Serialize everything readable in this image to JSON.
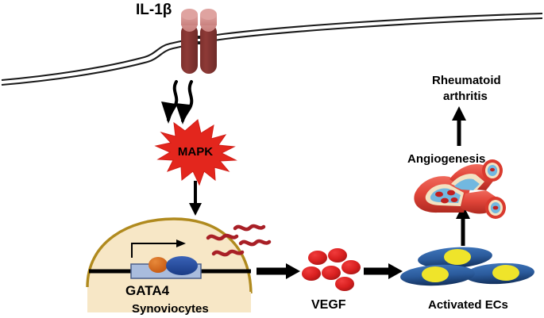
{
  "figure": {
    "title": "IL-1beta / MAPK / GATA4 / VEGF angiogenesis pathway in rheumatoid arthritis",
    "background_color": "#ffffff"
  },
  "labels": {
    "ligand": "IL-1β",
    "kinase": "MAPK",
    "transcription_factor": "GATA4",
    "cell_type": "Synoviocytes",
    "growth_factor": "VEGF",
    "endothelial_cells": "Activated ECs",
    "angiogenesis": "Angiogenesis",
    "disease_line1": "Rheumatoid",
    "disease_line2": "arthritis"
  },
  "colors": {
    "membrane_line": "#1a1a1a",
    "receptor_body": "#8e3a37",
    "receptor_cap": "#d5908d",
    "mapk_star": "#e3261d",
    "mapk_star_edge": "#c8201a",
    "nucleus_fill": "#f7e7c6",
    "nucleus_border": "#b08a1e",
    "promoter_box": "#a9bcdd",
    "promoter_box_edge": "#4a5f8a",
    "tf_orange": "#d2661b",
    "tf_blue": "#20489a",
    "dna_line": "#000000",
    "mrna": "#a81f26",
    "vegf_dot": "#d81f1f",
    "vegf_dot_edge": "#9c1414",
    "ec_cell": "#2e5f9e",
    "ec_cell_dark": "#14335e",
    "ec_nucleus": "#efe42a",
    "vessel_wall": "#e2463a",
    "vessel_wall_dark": "#b8291f",
    "vessel_intima": "#f3e2c2",
    "vessel_lumen": "#72b8e0",
    "blood_cell": "#c01f1f",
    "arrow": "#000000",
    "text": "#000000"
  },
  "elements": {
    "membrane": {
      "name": "plasma-membrane",
      "description": "two parallel curved lines rising left to right"
    },
    "receptor": {
      "name": "il1-receptor",
      "subunits": 2
    },
    "signal_arrows": {
      "name": "wavy-signal-arrows",
      "count": 2
    },
    "vegf_cluster": {
      "name": "vegf-molecule-cluster",
      "count": 6
    },
    "endothelial_cells": {
      "name": "activated-endothelial-cells",
      "count": 3
    },
    "mrna_strands": {
      "name": "mrna-transcripts",
      "count": 4
    },
    "vessel": {
      "name": "branching-blood-vessel",
      "branches": 2
    }
  },
  "arrows": [
    {
      "name": "arrow-receptor-to-mapk",
      "type": "wavy-down"
    },
    {
      "name": "arrow-mapk-to-nucleus",
      "type": "straight-down"
    },
    {
      "name": "arrow-nucleus-to-vegf",
      "type": "straight-right"
    },
    {
      "name": "arrow-vegf-to-ecs",
      "type": "straight-right"
    },
    {
      "name": "arrow-ecs-to-angiogenesis",
      "type": "straight-up"
    },
    {
      "name": "arrow-angiogenesis-to-disease",
      "type": "straight-up"
    }
  ]
}
